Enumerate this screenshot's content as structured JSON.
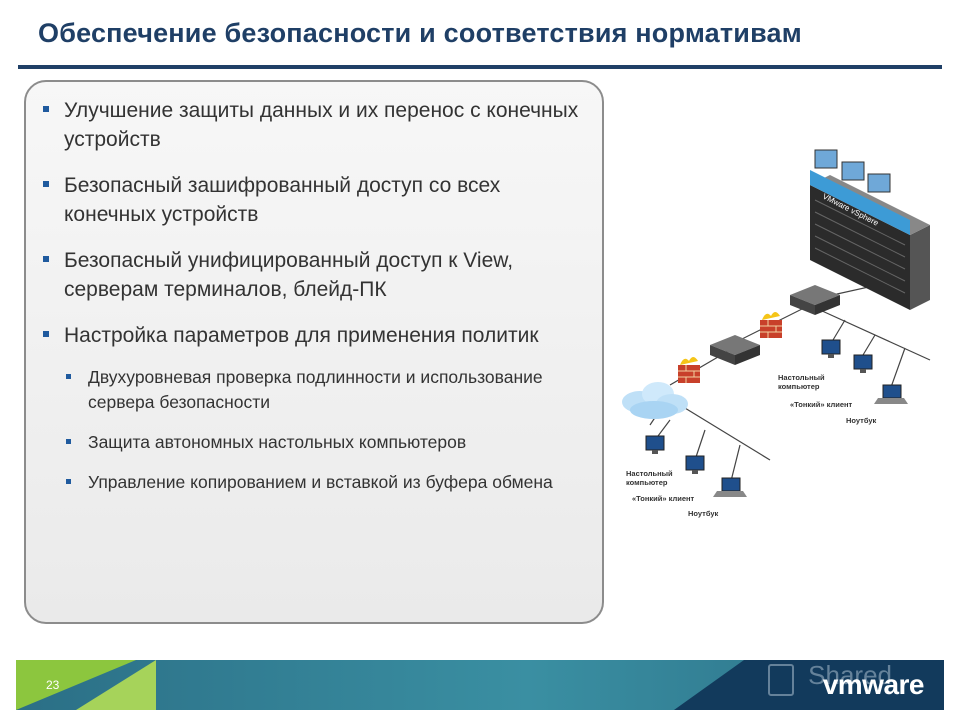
{
  "slide": {
    "title": "Обеспечение безопасности и соответствия нормативам",
    "page_number": "23"
  },
  "bullets": [
    {
      "text": "Улучшение защиты данных и их перенос с конечных устройств"
    },
    {
      "text": "Безопасный зашифрованный доступ со всех конечных устройств"
    },
    {
      "text": "Безопасный унифицированный доступ к View, серверам терминалов, блейд-ПК"
    },
    {
      "text": "Настройка параметров для применения политик"
    }
  ],
  "subbullets": [
    {
      "text": "Двухуровневая проверка подлинности и использование сервера безопасности"
    },
    {
      "text": "Защита автономных настольных компьютеров"
    },
    {
      "text": "Управление копированием и вставкой из буфера обмена"
    }
  ],
  "diagram": {
    "server_label": "VMware vSphere",
    "group_top": {
      "desktop_label_1": "Настольный",
      "desktop_label_2": "компьютер",
      "thin_client": "«Тонкий» клиент",
      "laptop": "Ноутбук"
    },
    "group_bottom": {
      "desktop_label_1": "Настольный",
      "desktop_label_2": "компьютер",
      "thin_client": "«Тонкий» клиент",
      "laptop": "Ноутбук"
    }
  },
  "footer": {
    "watermark": "Shared",
    "logo": "vmware"
  },
  "colors": {
    "title": "#1f3f66",
    "bullet": "#1f5a9e",
    "footer_green": "#8cc63e",
    "footer_teal": "#2b6f86",
    "footer_dark": "#123a5c"
  }
}
